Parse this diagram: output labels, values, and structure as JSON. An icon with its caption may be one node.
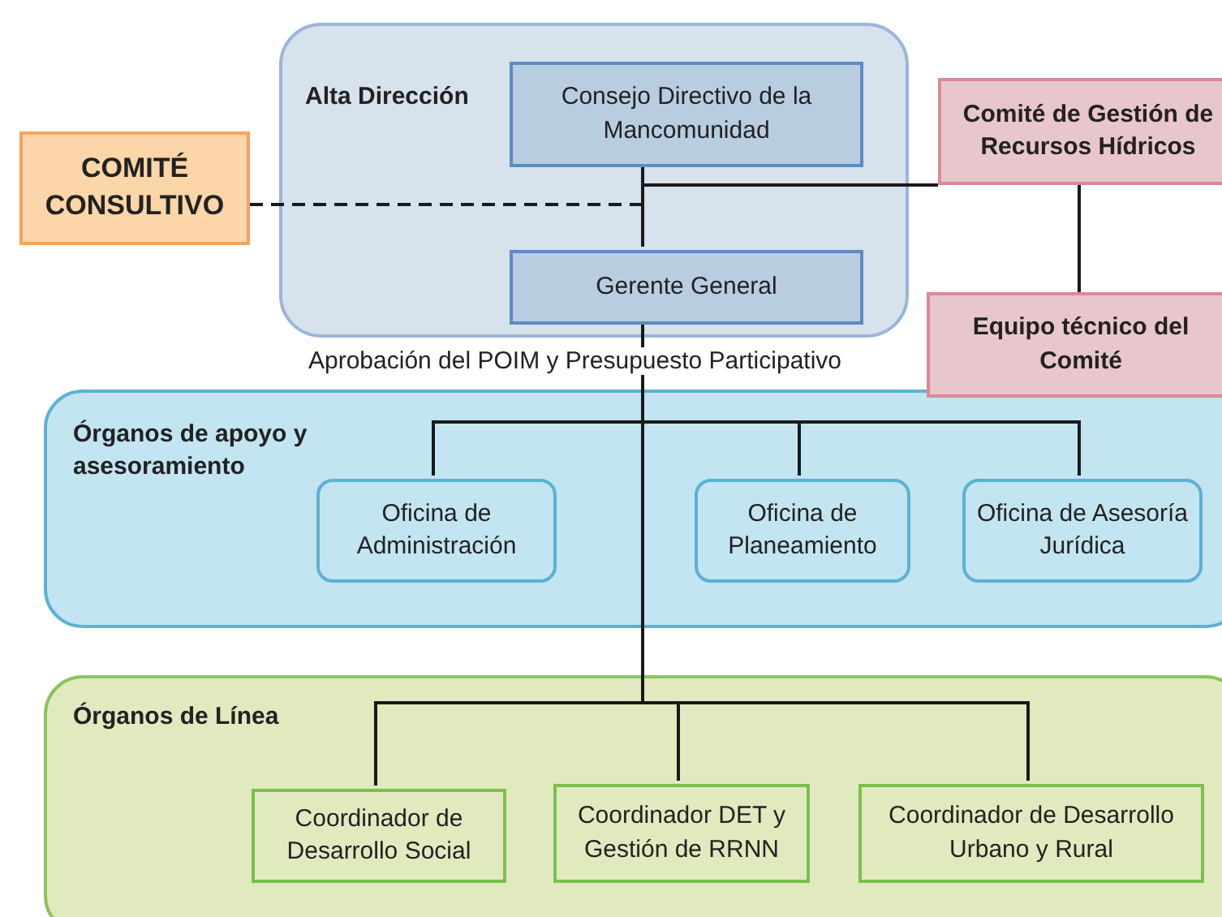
{
  "diagram": {
    "nodes": [
      {
        "text": [
          "Alta Dirección"
        ]
      },
      {
        "text": [
          "Consejo Directivo de la Mancomunidad"
        ],
        "in": 0
      },
      {
        "text": [
          "Gerente General"
        ],
        "in": 0
      },
      {
        "text": [
          "COMITÉ CONSULTIVO"
        ]
      },
      {
        "text": [
          "Comité de Gestión de Recursos Hídricos"
        ]
      },
      {
        "text": [
          "Equipo técnico del Comité"
        ]
      },
      {
        "text": [
          "Órganos de apoyo y asesoramiento"
        ]
      },
      {
        "text": [
          "Oficina de Administración"
        ],
        "in": 6
      },
      {
        "text": [
          "Oficina de Planeamiento"
        ],
        "in": 6
      },
      {
        "text": [
          "Oficina de Asesoría Jurídica"
        ],
        "in": 6
      },
      {
        "text": [
          "Órganos de Línea"
        ]
      },
      {
        "text": [
          "Coordinador de Desarrollo Social"
        ],
        "in": 10
      },
      {
        "text": [
          "Coordinador DET y Gestión de RRNN"
        ],
        "in": 10
      },
      {
        "text": [
          "Coordinador de Desarrollo Urbano y Rural"
        ],
        "in": 10
      }
    ],
    "edges": [
      {
        "from": 1,
        "to": 2,
        "arrow": "none"
      },
      {
        "from": 3,
        "to": 1,
        "arrow": "none",
        "style": "dashed"
      },
      {
        "from": 1,
        "to": 4,
        "arrow": "none"
      },
      {
        "from": 4,
        "to": 5,
        "arrow": "none"
      },
      {
        "from": 2,
        "to": 7,
        "arrow": "none"
      },
      {
        "from": 2,
        "to": 8,
        "arrow": "none"
      },
      {
        "from": 2,
        "to": 9,
        "arrow": "none"
      },
      {
        "from": 2,
        "to": 11,
        "arrow": "none"
      },
      {
        "from": 2,
        "to": 12,
        "arrow": "none"
      },
      {
        "from": 2,
        "to": 13,
        "arrow": "none"
      }
    ],
    "labels": [
      "Aprobación del POIM y Presupuesto Participativo"
    ]
  }
}
